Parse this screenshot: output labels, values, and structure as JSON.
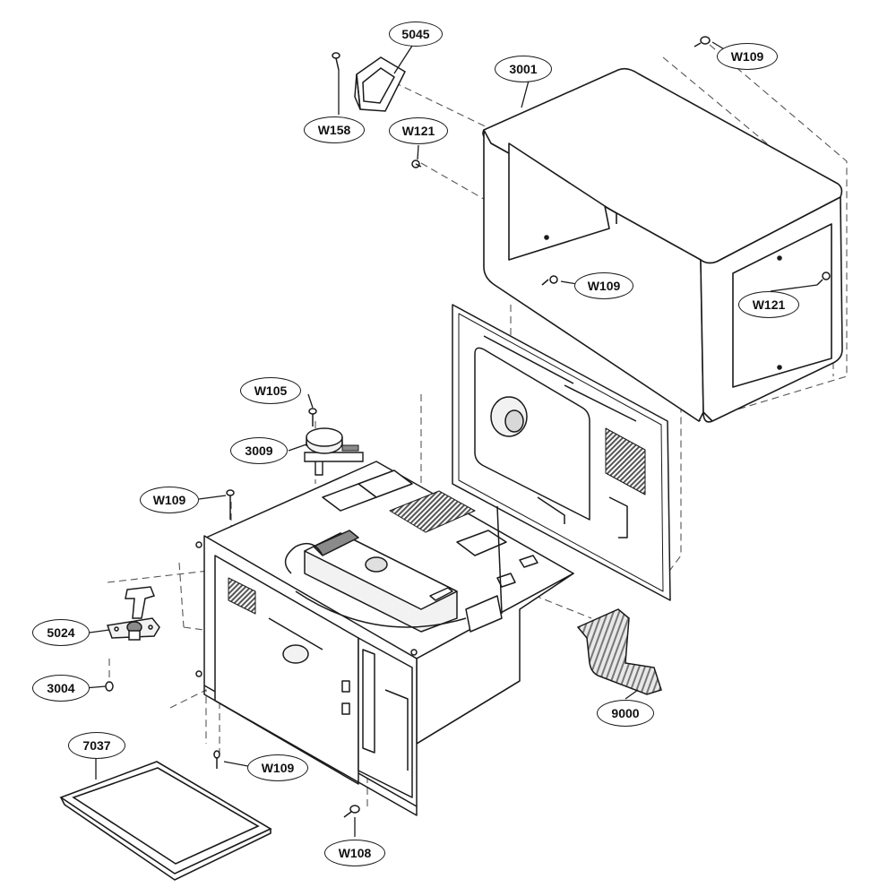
{
  "diagram": {
    "callouts": {
      "c5045": "5045",
      "c3001": "3001",
      "cW109_top": "W109",
      "cW158": "W158",
      "cW121_top": "W121",
      "cW109_mid": "W109",
      "cW121_right": "W121",
      "cW105": "W105",
      "c3009": "3009",
      "cW109_left": "W109",
      "c5024": "5024",
      "c3004": "3004",
      "c7037": "7037",
      "cW109_bottom": "W109",
      "cW108": "W108",
      "c9000": "9000"
    },
    "colors": {
      "line": "#1a1a1a",
      "dash": "#555555",
      "fill_light": "#f2f2f2",
      "fill_dark": "#8a8a8a"
    }
  }
}
